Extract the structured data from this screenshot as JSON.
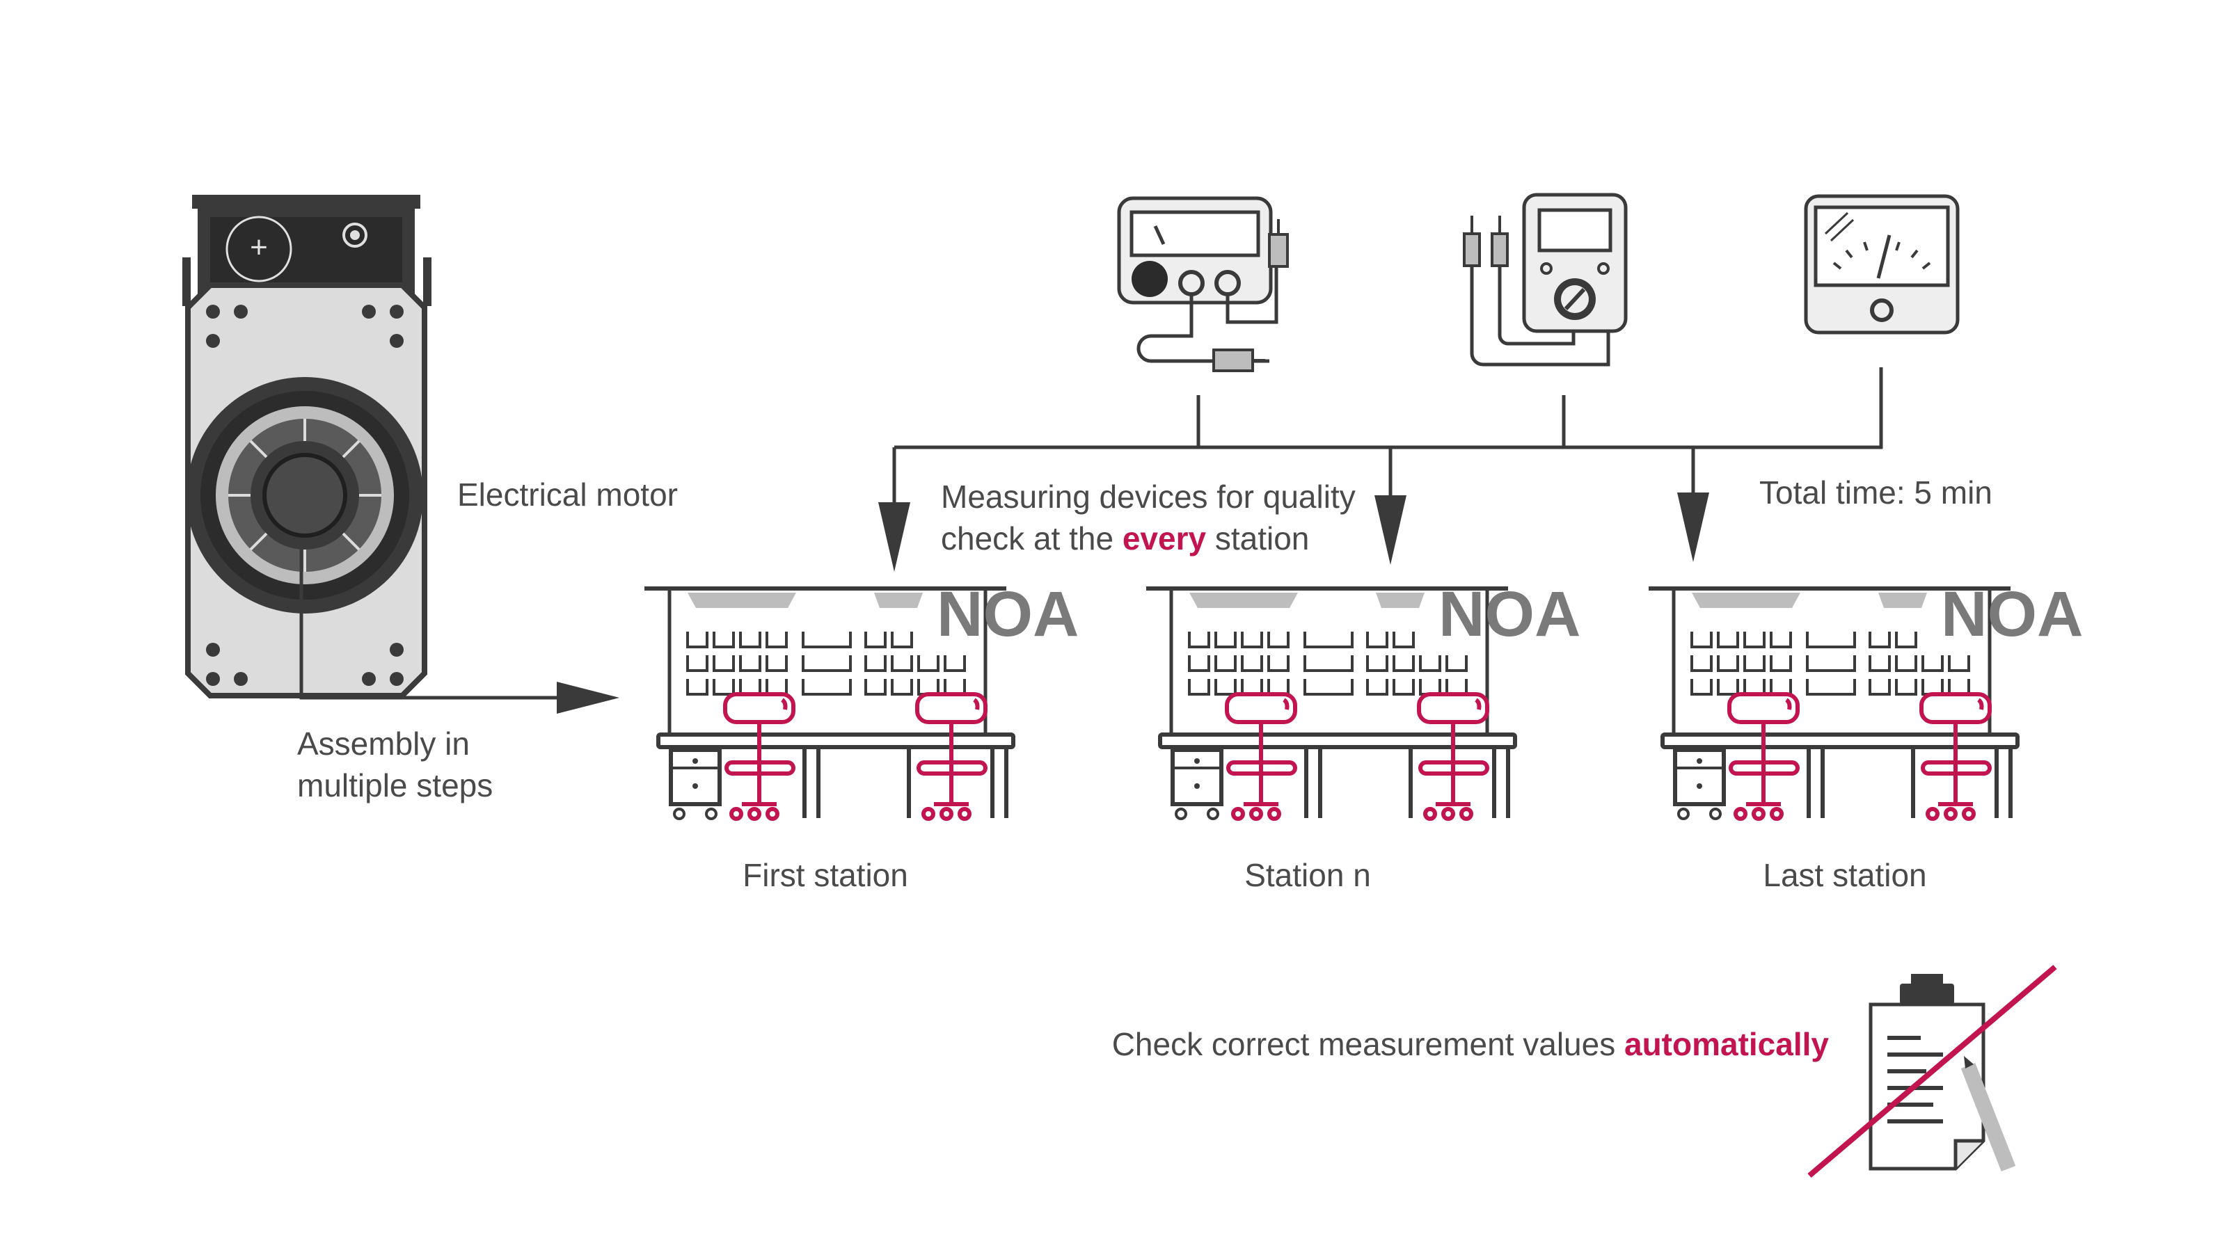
{
  "colors": {
    "ink": "#3a3a3a",
    "text": "#4a4a4a",
    "accent": "#c2144f",
    "light_gray": "#bdbdbd",
    "device_face": "#eeeeee"
  },
  "labels": {
    "motor": "Electrical motor",
    "assembly_line1": "Assembly in",
    "assembly_line2": "multiple steps",
    "measuring_line1": "Measuring devices for quality",
    "measuring_line2_pre": "check at the ",
    "measuring_line2_hl": "every",
    "measuring_line2_post": " station",
    "total_time": "Total time: 5 min",
    "check_pre": "Check correct measurement values ",
    "check_hl": "automatically"
  },
  "stations": [
    {
      "label": "First station",
      "logo": "NOA"
    },
    {
      "label": "Station n",
      "logo": "NOA"
    },
    {
      "label": "Last station",
      "logo": "NOA"
    }
  ],
  "icons": {
    "motor": "electric-motor-icon",
    "devices": [
      "multimeter-icon",
      "insulation-tester-icon",
      "analog-voltmeter-icon"
    ],
    "clipboard": "clipboard-crossed-out-icon"
  }
}
